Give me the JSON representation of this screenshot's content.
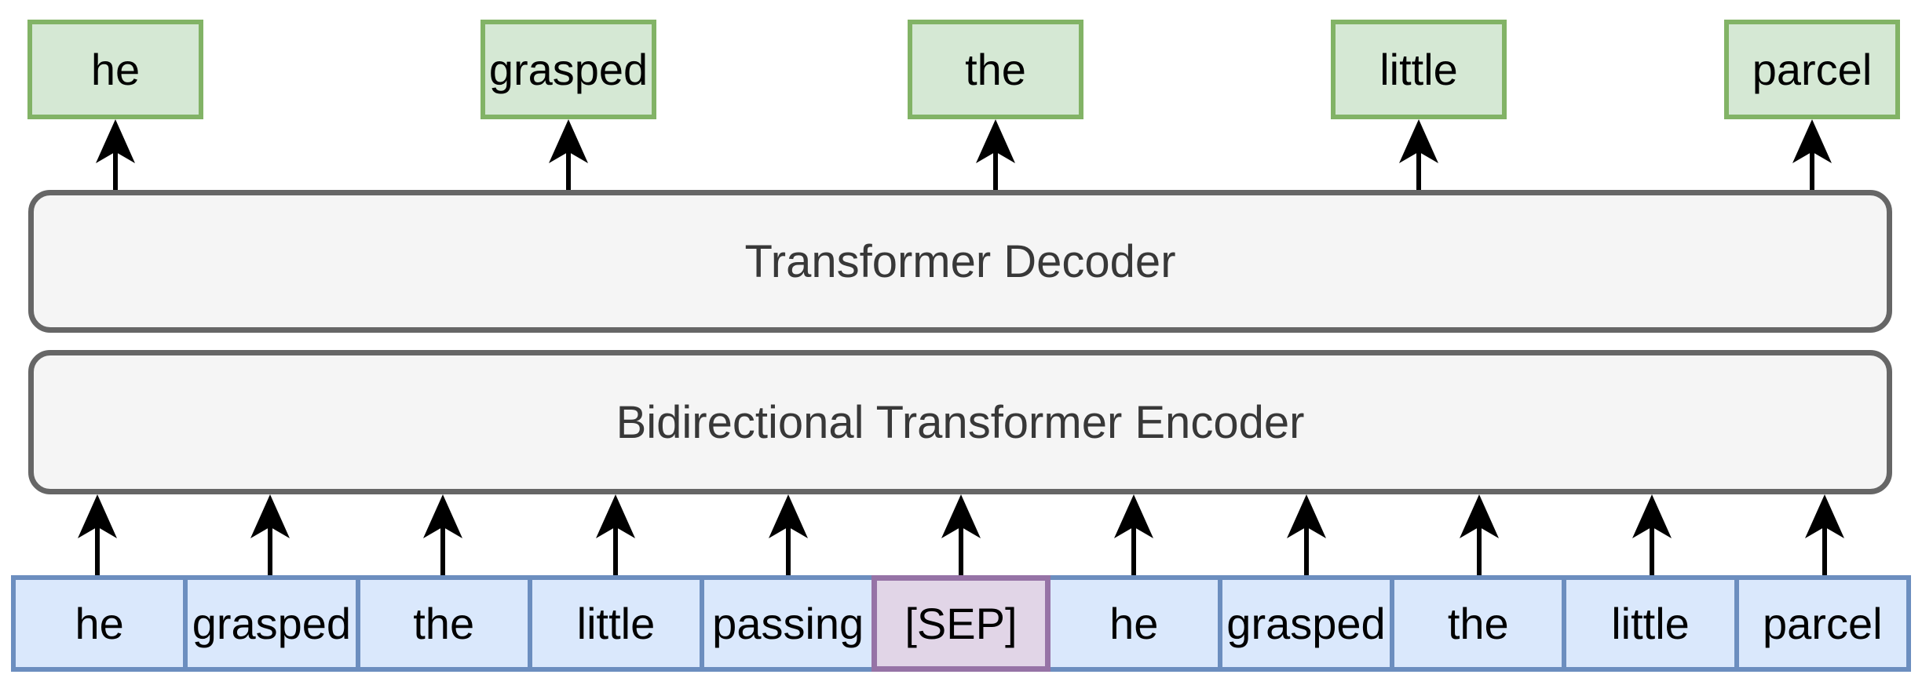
{
  "diagram": {
    "decoder_label": "Transformer Decoder",
    "encoder_label": "Bidirectional Transformer Encoder",
    "output_tokens": [
      "he",
      "grasped",
      "the",
      "little",
      "parcel"
    ],
    "input_tokens": [
      "he",
      "grasped",
      "the",
      "little",
      "passing",
      "[SEP]",
      "he",
      "grasped",
      "the",
      "little",
      "parcel"
    ],
    "separator_token": "[SEP]",
    "colors": {
      "output_box_fill": "#d5e8d4",
      "output_box_stroke": "#82b366",
      "input_box_fill": "#dae8fc",
      "input_box_stroke": "#6c8ebf",
      "separator_fill": "#e1d5e7",
      "separator_stroke": "#9673a6",
      "block_fill": "#f5f5f5",
      "block_stroke": "#666666",
      "arrow": "#000000",
      "label_text": "#383838",
      "token_text": "#000000"
    }
  }
}
